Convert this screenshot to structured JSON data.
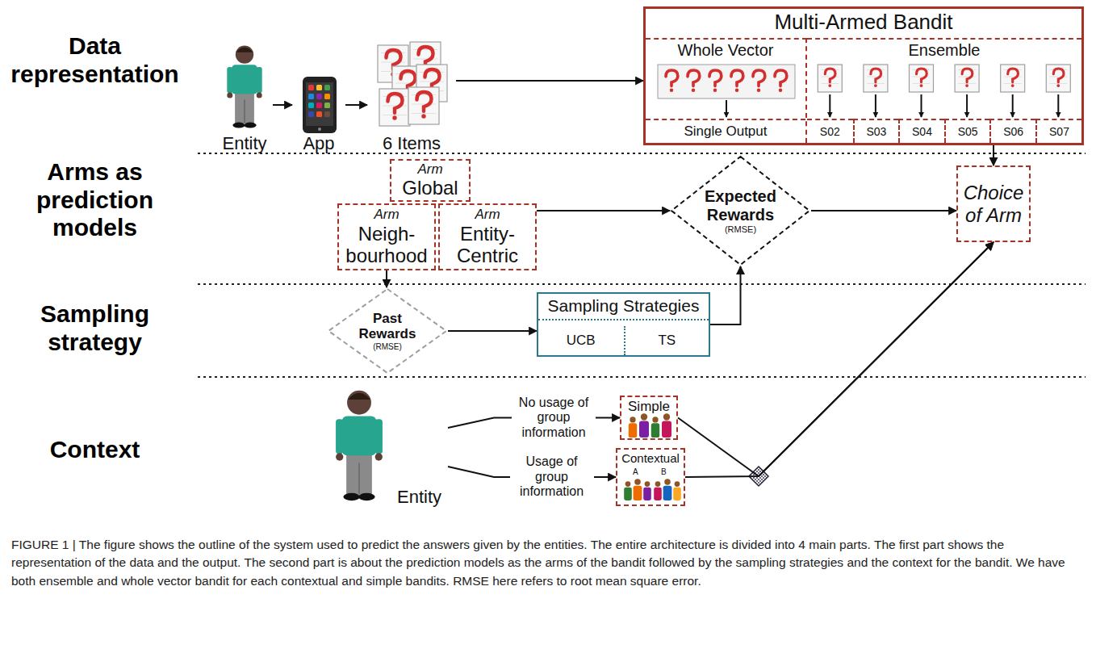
{
  "diagram": {
    "caption": "FIGURE 1 | The figure shows the outline of the system used to predict the answers given by the entities. The entire architecture is divided into 4 main parts. The first part shows the representation of the data and the output. The second part is about the prediction models as the arms of the bandit followed by the sampling strategies and the context for the bandit. We have both ensemble and whole vector bandit for each contextual and simple bandits. RMSE here refers to root mean square error.",
    "nodes": [
      {
        "text": [
          "Entity"
        ]
      },
      {
        "text": [
          "App"
        ]
      },
      {
        "text": [
          "6 Items"
        ]
      },
      {
        "text": [
          "Multi-Armed Bandit"
        ]
      },
      {
        "text": [
          "Whole Vector"
        ],
        "in": 3
      },
      {
        "text": [
          "Single Output"
        ],
        "in": 4
      },
      {
        "text": [
          "Ensemble"
        ],
        "in": 3
      },
      {
        "text": [
          "S02"
        ],
        "in": 6
      },
      {
        "text": [
          "S03"
        ],
        "in": 6
      },
      {
        "text": [
          "S04"
        ],
        "in": 6
      },
      {
        "text": [
          "S05"
        ],
        "in": 6
      },
      {
        "text": [
          "S06"
        ],
        "in": 6
      },
      {
        "text": [
          "S07"
        ],
        "in": 6
      },
      {
        "text": [
          "Arm",
          "Global"
        ]
      },
      {
        "text": [
          "Arm",
          "Neigh- bourhood"
        ]
      },
      {
        "text": [
          "Arm",
          "Entity- Centric"
        ]
      },
      {
        "text": [
          "Expected Rewards",
          "(RMSE)"
        ]
      },
      {
        "text": [
          "Choice of Arm"
        ]
      },
      {
        "text": [
          "Past Rewards",
          "(RMSE)"
        ]
      },
      {
        "text": [
          "Sampling Strategies"
        ]
      },
      {
        "text": [
          "UCB"
        ],
        "in": 19
      },
      {
        "text": [
          "TS"
        ],
        "in": 19
      },
      {
        "text": [
          "Entity"
        ]
      },
      {
        "text": [
          "Simple"
        ]
      },
      {
        "text": [
          "Contextual",
          "A",
          "B"
        ]
      }
    ],
    "edges": [
      {
        "from": 0,
        "to": 1,
        "arrow": "to"
      },
      {
        "from": 1,
        "to": 2,
        "arrow": "to"
      },
      {
        "from": 2,
        "to": 3,
        "arrow": "to"
      },
      {
        "from": 15,
        "to": 16,
        "arrow": "to"
      },
      {
        "from": 16,
        "to": 17,
        "arrow": "to"
      },
      {
        "from": 3,
        "to": 17,
        "arrow": "to"
      },
      {
        "from": 14,
        "to": 18,
        "arrow": "to"
      },
      {
        "from": 18,
        "to": 19,
        "arrow": "to"
      },
      {
        "from": 19,
        "to": 16,
        "arrow": "to"
      },
      {
        "from": 22,
        "to": 23,
        "label": "No usage of group information",
        "arrow": "to"
      },
      {
        "from": 22,
        "to": 24,
        "label": "Usage of group information",
        "arrow": "to"
      },
      {
        "from": 23,
        "to": 17,
        "arrow": "to"
      },
      {
        "from": 24,
        "to": 17,
        "arrow": "to"
      }
    ],
    "labels": [
      "Data representation",
      "Arms as prediction models",
      "Sampling strategy",
      "Context"
    ]
  }
}
